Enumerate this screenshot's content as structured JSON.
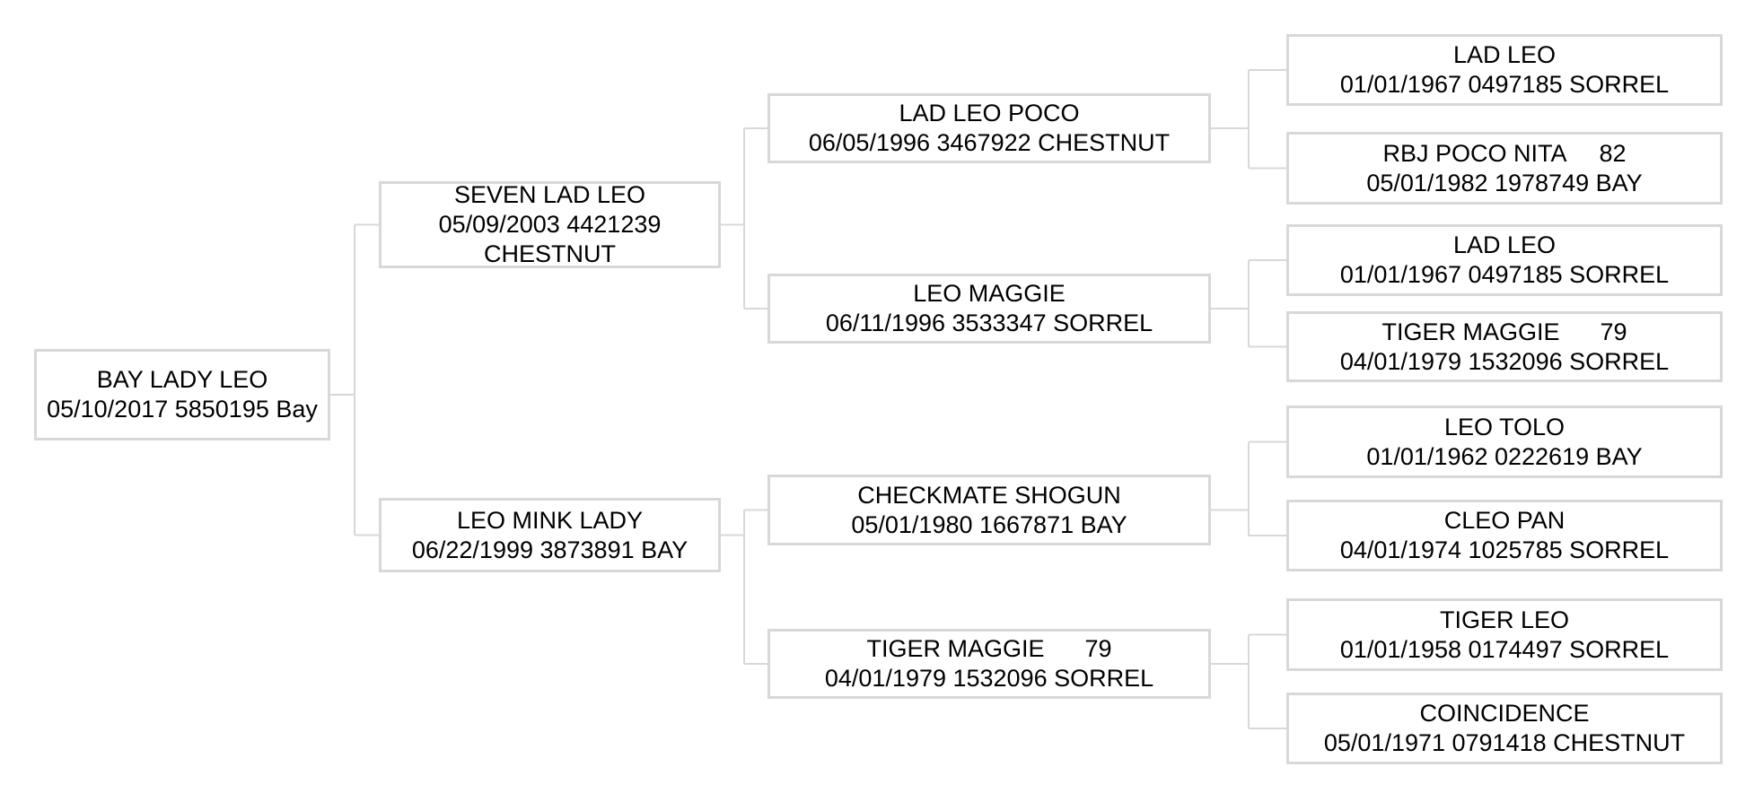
{
  "pedigree": {
    "nodes": {
      "subject": {
        "name": "BAY LADY LEO",
        "details": "05/10/2017 5850195 Bay"
      },
      "sire": {
        "name": "SEVEN LAD LEO",
        "details": "05/09/2003 4421239 CHESTNUT"
      },
      "dam": {
        "name": "LEO MINK LADY",
        "details": "06/22/1999 3873891 BAY"
      },
      "sire_sire": {
        "name": "LAD LEO POCO",
        "details": "06/05/1996 3467922 CHESTNUT"
      },
      "sire_dam": {
        "name": "LEO MAGGIE",
        "details": "06/11/1996 3533347 SORREL"
      },
      "dam_sire": {
        "name": "CHECKMATE SHOGUN",
        "details": "05/01/1980 1667871 BAY"
      },
      "dam_dam": {
        "name": "TIGER MAGGIE      79",
        "details": "04/01/1979 1532096 SORREL"
      },
      "sire_sire_sire": {
        "name": "LAD LEO",
        "details": "01/01/1967 0497185 SORREL"
      },
      "sire_sire_dam": {
        "name": "RBJ POCO NITA     82",
        "details": "05/01/1982 1978749 BAY"
      },
      "sire_dam_sire": {
        "name": "LAD LEO",
        "details": "01/01/1967 0497185 SORREL"
      },
      "sire_dam_dam": {
        "name": "TIGER MAGGIE      79",
        "details": "04/01/1979 1532096 SORREL"
      },
      "dam_sire_sire": {
        "name": "LEO TOLO",
        "details": "01/01/1962 0222619 BAY"
      },
      "dam_sire_dam": {
        "name": "CLEO PAN",
        "details": "04/01/1974 1025785 SORREL"
      },
      "dam_dam_sire": {
        "name": "TIGER LEO",
        "details": "01/01/1958 0174497 SORREL"
      },
      "dam_dam_dam": {
        "name": "COINCIDENCE",
        "details": "05/01/1971 0791418 CHESTNUT"
      }
    },
    "edges": [
      {
        "child": "subject",
        "sire": "sire",
        "dam": "dam"
      },
      {
        "child": "sire",
        "sire": "sire_sire",
        "dam": "sire_dam"
      },
      {
        "child": "dam",
        "sire": "dam_sire",
        "dam": "dam_dam"
      },
      {
        "child": "sire_sire",
        "sire": "sire_sire_sire",
        "dam": "sire_sire_dam"
      },
      {
        "child": "sire_dam",
        "sire": "sire_dam_sire",
        "dam": "sire_dam_dam"
      },
      {
        "child": "dam_sire",
        "sire": "dam_sire_sire",
        "dam": "dam_sire_dam"
      },
      {
        "child": "dam_dam",
        "sire": "dam_dam_sire",
        "dam": "dam_dam_dam"
      }
    ],
    "colors": {
      "box_border": "#d8d8d8",
      "connector": "#d8d8d8",
      "text": "#000000",
      "background": "#ffffff"
    }
  }
}
